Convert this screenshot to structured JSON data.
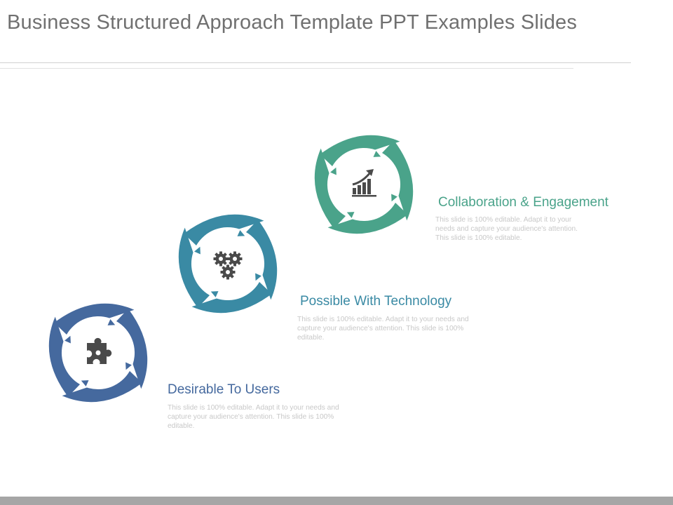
{
  "slide": {
    "title": "Business Structured Approach Template PPT Examples Slides"
  },
  "steps": [
    {
      "heading": "Desirable To Users",
      "description": "This slide is 100% editable. Adapt it to your needs and capture your audience's attention. This slide is 100% editable.",
      "icon": "puzzle-icon",
      "color": "#45699e"
    },
    {
      "heading": "Possible With  Technology",
      "description": "This slide is 100% editable. Adapt it to your needs and capture your audience's attention. This slide is 100% editable.",
      "icon": "gears-icon",
      "color": "#3a8aa4"
    },
    {
      "heading": "Collaboration & Engagement",
      "description": "This slide is 100% editable. Adapt it to your needs and capture your audience's attention. This slide is 100% editable.",
      "icon": "growth-chart-icon",
      "color": "#4aa38a"
    }
  ]
}
